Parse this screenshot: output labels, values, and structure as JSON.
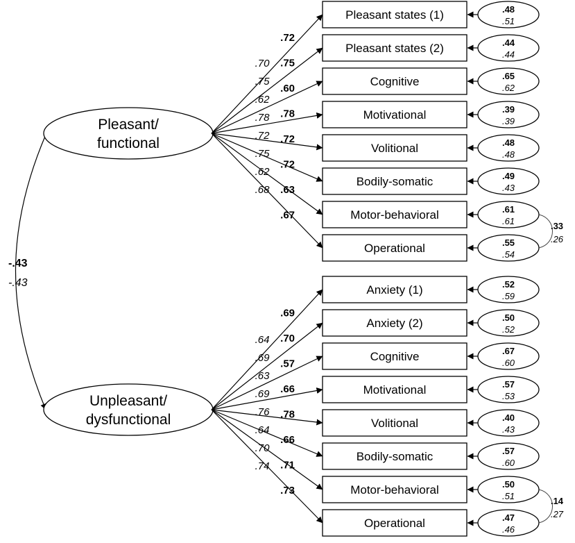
{
  "factor_correlation": {
    "bold": "-.43",
    "italic": "-.43"
  },
  "groups": [
    {
      "id": "pleasant",
      "factor_lines": [
        "Pleasant/",
        "functional"
      ],
      "indicators": [
        {
          "label": "Pleasant states (1)",
          "loading_bold": ".72",
          "loading_italic": ".70",
          "error_bold": ".48",
          "error_italic": ".51"
        },
        {
          "label": "Pleasant states (2)",
          "loading_bold": ".75",
          "loading_italic": ".75",
          "error_bold": ".44",
          "error_italic": ".44"
        },
        {
          "label": "Cognitive",
          "loading_bold": ".60",
          "loading_italic": ".62",
          "error_bold": ".65",
          "error_italic": ".62"
        },
        {
          "label": "Motivational",
          "loading_bold": ".78",
          "loading_italic": ".78",
          "error_bold": ".39",
          "error_italic": ".39"
        },
        {
          "label": "Volitional",
          "loading_bold": ".72",
          "loading_italic": ".72",
          "error_bold": ".48",
          "error_italic": ".48"
        },
        {
          "label": "Bodily-somatic",
          "loading_bold": ".72",
          "loading_italic": ".75",
          "error_bold": ".49",
          "error_italic": ".43"
        },
        {
          "label": "Motor-behavioral",
          "loading_bold": ".63",
          "loading_italic": ".62",
          "error_bold": ".61",
          "error_italic": ".61"
        },
        {
          "label": "Operational",
          "loading_bold": ".67",
          "loading_italic": ".68",
          "error_bold": ".55",
          "error_italic": ".54"
        }
      ],
      "residual_correlation": {
        "bold": ".33",
        "italic": ".26"
      }
    },
    {
      "id": "unpleasant",
      "factor_lines": [
        "Unpleasant/",
        "dysfunctional"
      ],
      "indicators": [
        {
          "label": "Anxiety (1)",
          "loading_bold": ".69",
          "loading_italic": ".64",
          "error_bold": ".52",
          "error_italic": ".59"
        },
        {
          "label": "Anxiety (2)",
          "loading_bold": ".70",
          "loading_italic": ".69",
          "error_bold": ".50",
          "error_italic": ".52"
        },
        {
          "label": "Cognitive",
          "loading_bold": ".57",
          "loading_italic": ".63",
          "error_bold": ".67",
          "error_italic": ".60"
        },
        {
          "label": "Motivational",
          "loading_bold": ".66",
          "loading_italic": ".69",
          "error_bold": ".57",
          "error_italic": ".53"
        },
        {
          "label": "Volitional",
          "loading_bold": ".78",
          "loading_italic": ".76",
          "error_bold": ".40",
          "error_italic": ".43"
        },
        {
          "label": "Bodily-somatic",
          "loading_bold": ".66",
          "loading_italic": ".64",
          "error_bold": ".57",
          "error_italic": ".60"
        },
        {
          "label": "Motor-behavioral",
          "loading_bold": ".71",
          "loading_italic": ".70",
          "error_bold": ".50",
          "error_italic": ".51"
        },
        {
          "label": "Operational",
          "loading_bold": ".73",
          "loading_italic": ".74",
          "error_bold": ".47",
          "error_italic": ".46"
        }
      ],
      "residual_correlation": {
        "bold": ".14",
        "italic": ".27"
      }
    }
  ]
}
